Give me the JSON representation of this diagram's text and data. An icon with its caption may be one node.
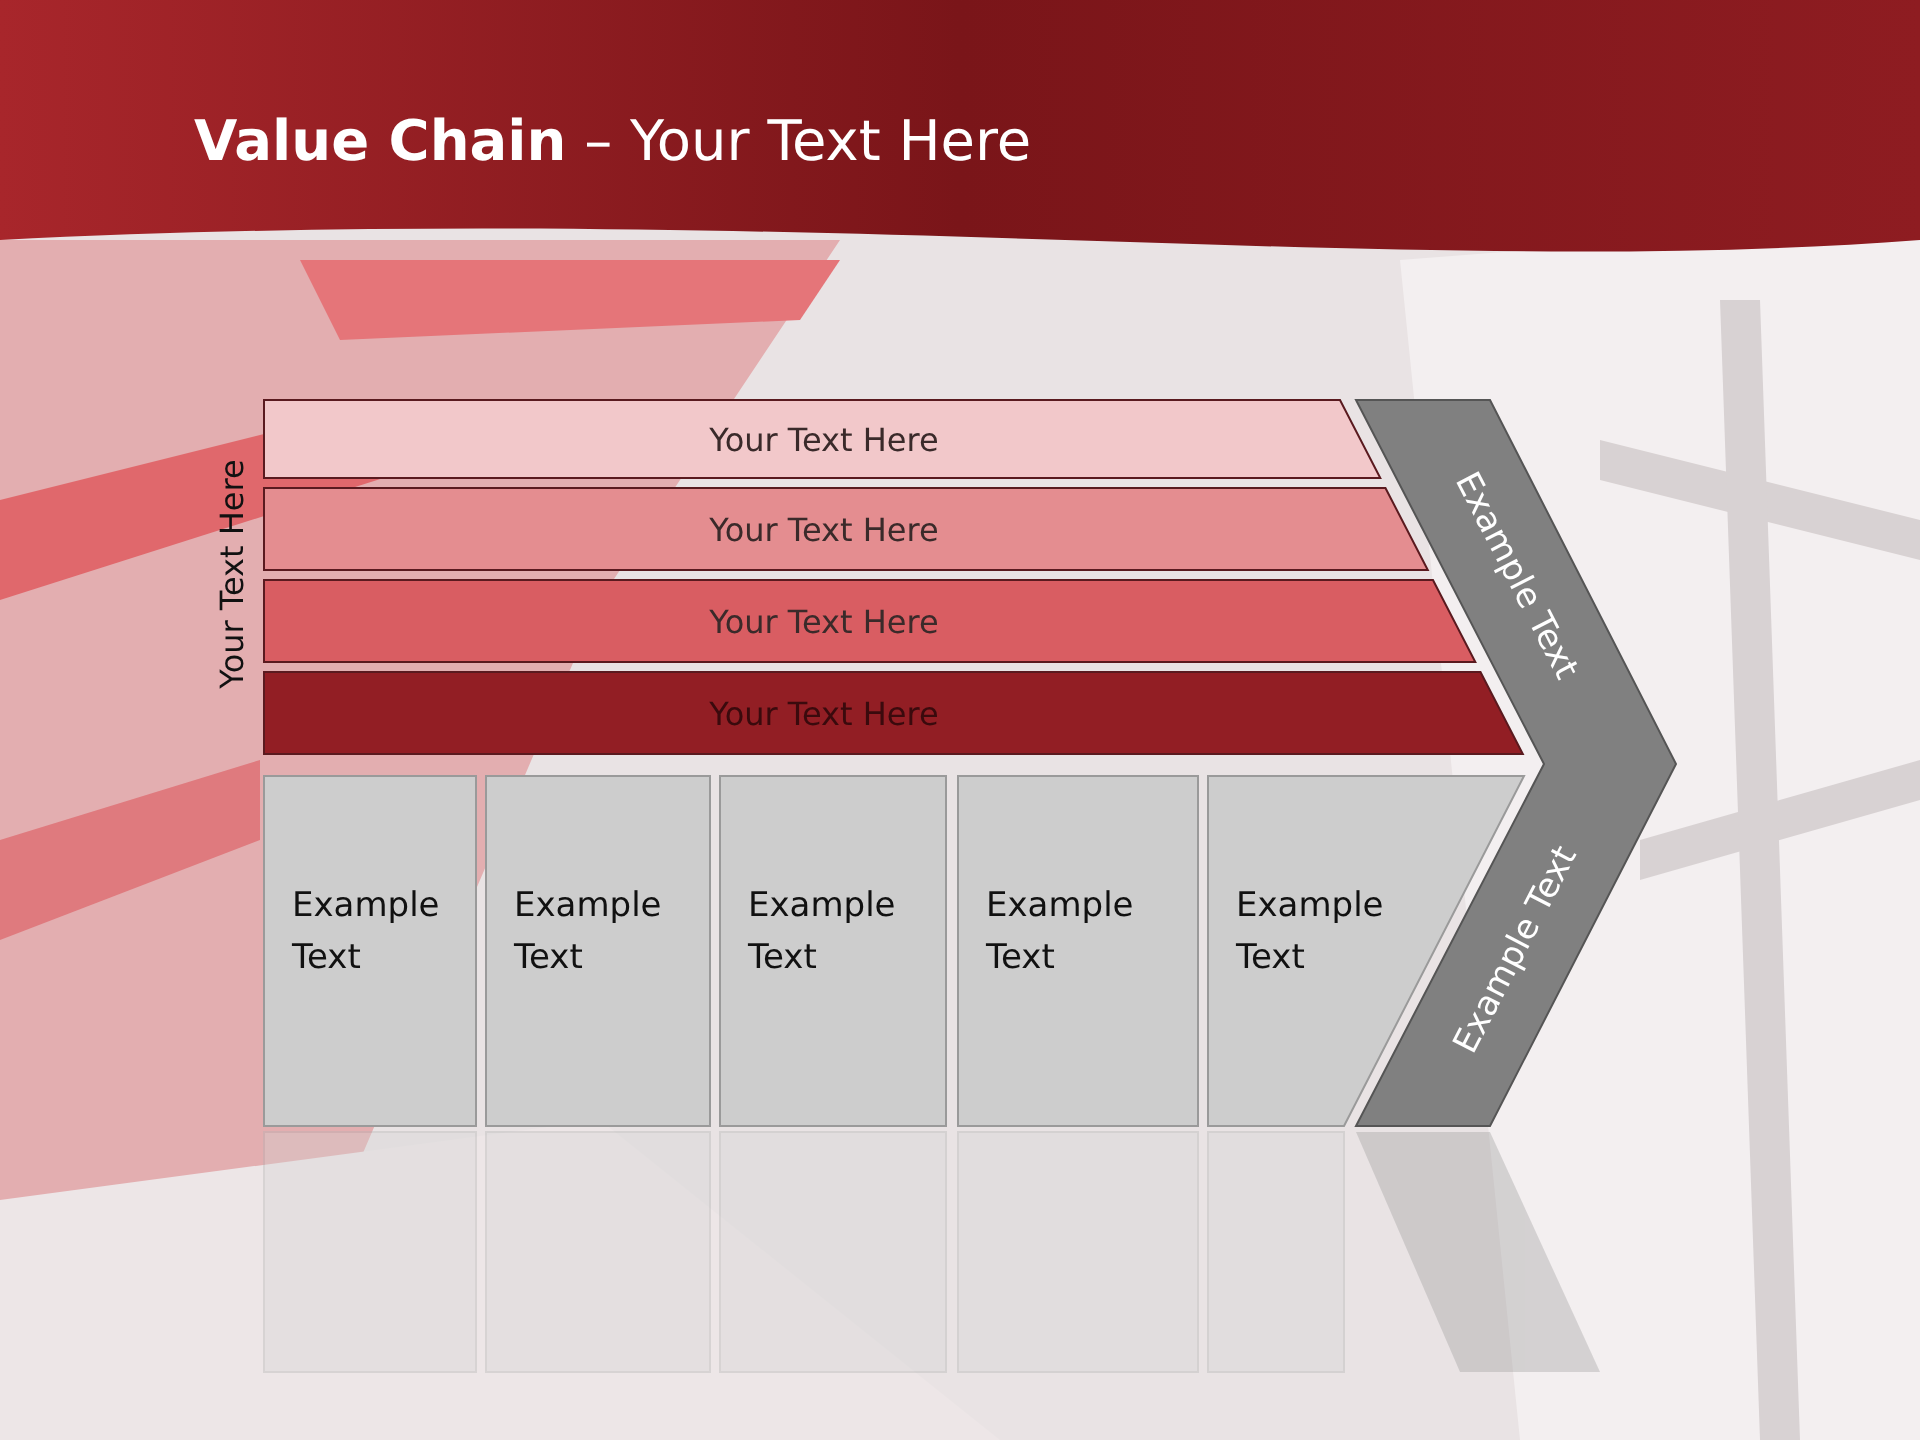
{
  "diagram": {
    "title": "**Value Chain** – Your Text Here",
    "nodes": [
      {
        "text": [
          "Your Text Here"
        ]
      },
      {
        "text": [
          "Your Text Here"
        ]
      },
      {
        "text": [
          "Your Text Here"
        ]
      },
      {
        "text": [
          "Your Text Here"
        ]
      },
      {
        "text": [
          "Example Text",
          "Example Text"
        ]
      },
      {
        "text": [
          "Example Text"
        ]
      },
      {
        "text": [
          "Example Text"
        ]
      },
      {
        "text": [
          "Example Text"
        ]
      },
      {
        "text": [
          "Example Text"
        ]
      },
      {
        "text": [
          "Example Text"
        ]
      }
    ],
    "labels": [
      "Your Text Here"
    ]
  }
}
